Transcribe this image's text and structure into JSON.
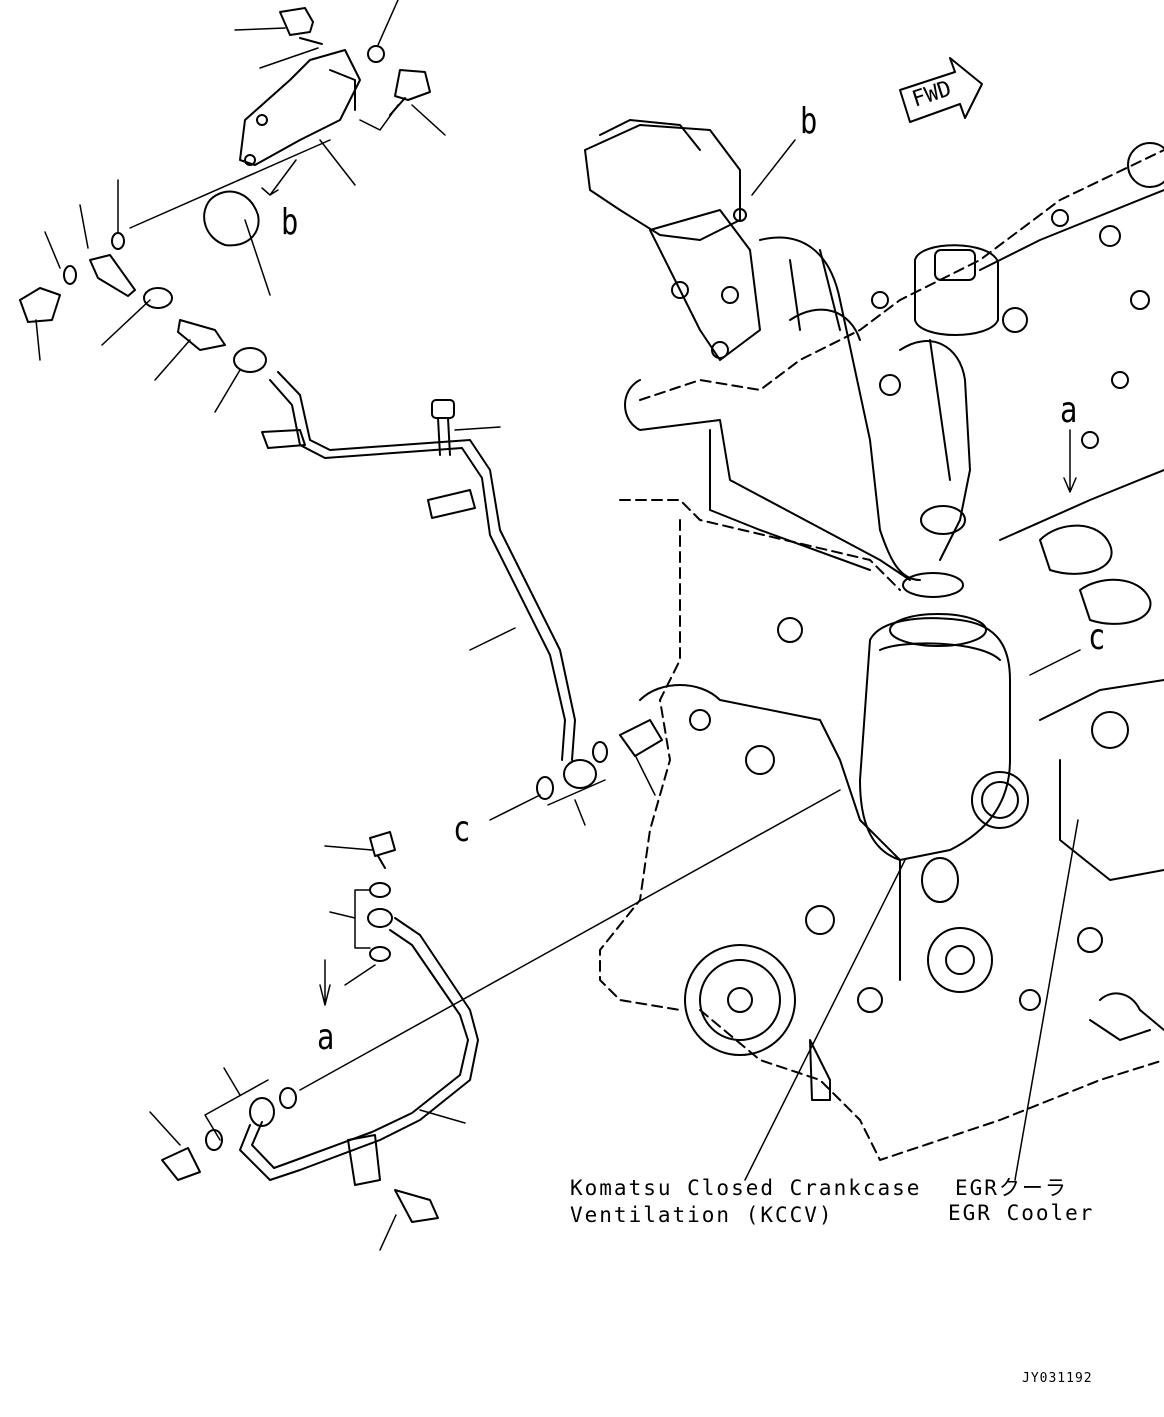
{
  "diagram": {
    "fwd_label": "FWD",
    "callouts": {
      "b_top": "b",
      "b_engine": "b",
      "a_engine": "a",
      "c_engine": "c",
      "c_pipe": "c",
      "a_lower": "a"
    },
    "kccv_label": {
      "line1": "Komatsu Closed Crankcase",
      "line2": "Ventilation (KCCV)"
    },
    "egr_label": {
      "line1": "EGRクーラ",
      "line2": "EGR Cooler"
    },
    "drawing_id": "JY031192"
  }
}
